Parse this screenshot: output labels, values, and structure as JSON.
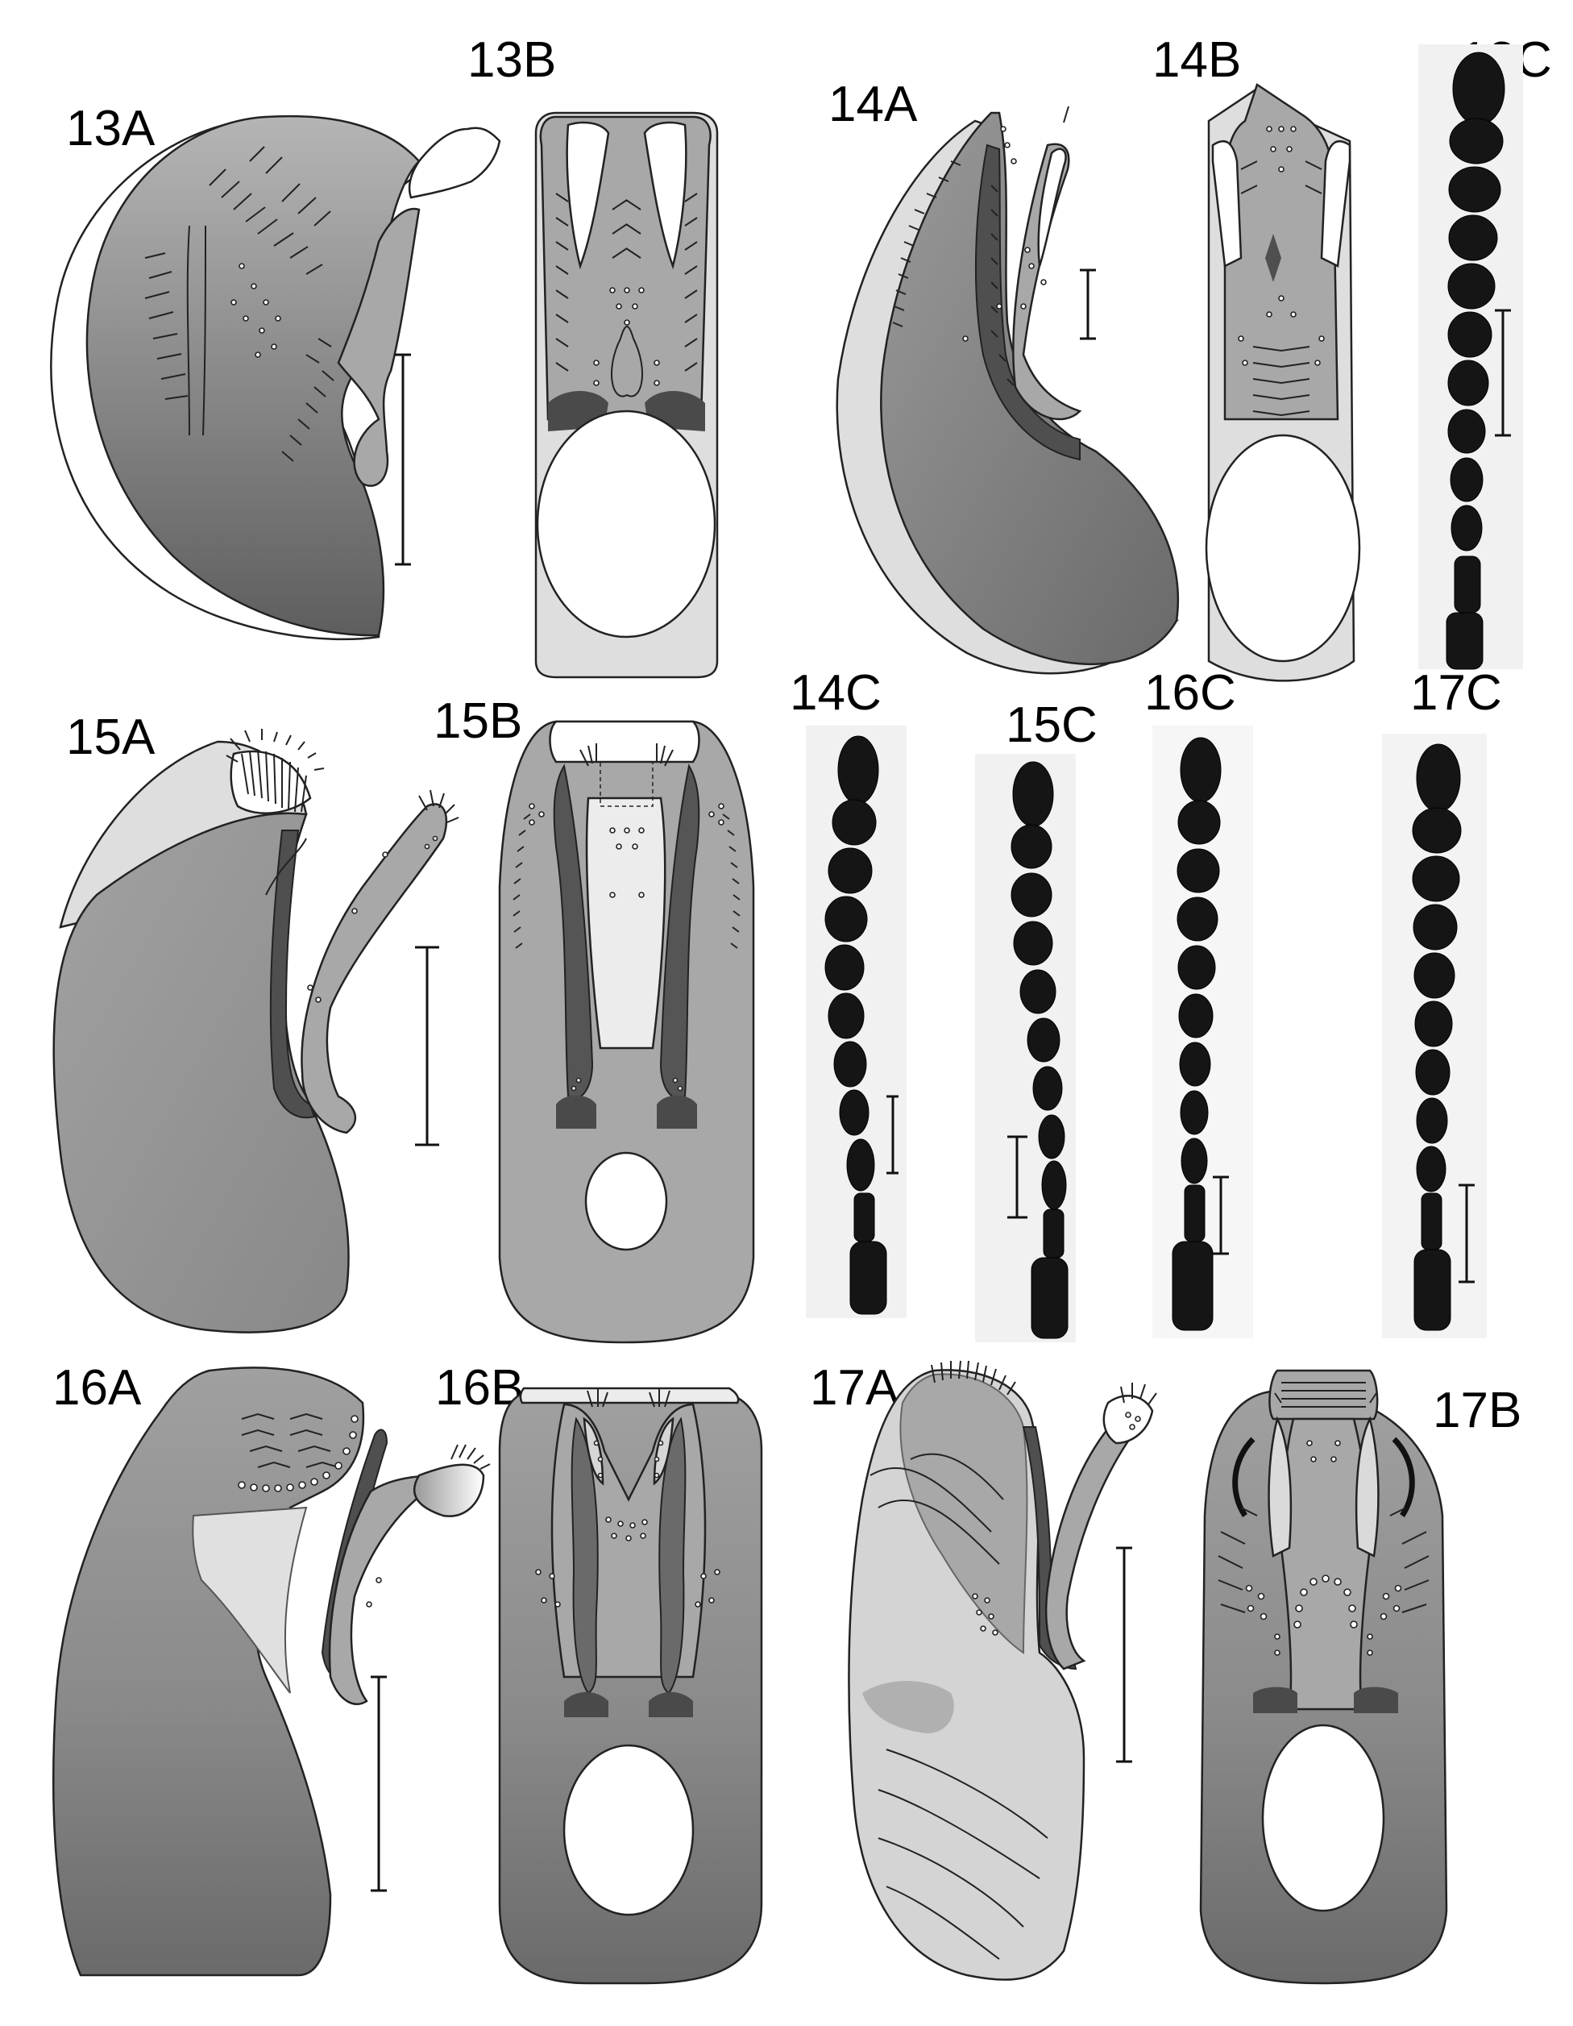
{
  "figure": {
    "panels": [
      {
        "id": "13A",
        "label": "13A"
      },
      {
        "id": "13B",
        "label": "13B"
      },
      {
        "id": "13C",
        "label": "13C"
      },
      {
        "id": "14A",
        "label": "14A"
      },
      {
        "id": "14B",
        "label": "14B"
      },
      {
        "id": "14C",
        "label": "14C"
      },
      {
        "id": "15A",
        "label": "15A"
      },
      {
        "id": "15B",
        "label": "15B"
      },
      {
        "id": "15C",
        "label": "15C"
      },
      {
        "id": "16A",
        "label": "16A"
      },
      {
        "id": "16B",
        "label": "16B"
      },
      {
        "id": "16C",
        "label": "16C"
      },
      {
        "id": "17A",
        "label": "17A"
      },
      {
        "id": "17B",
        "label": "17B"
      },
      {
        "id": "17C",
        "label": "17C"
      }
    ],
    "colors": {
      "light_gray": "#d9d9d9",
      "mid_gray": "#a8a8a8",
      "dark_gray": "#6e6e6e",
      "sclerite": "#4f4f4f",
      "antenna": "#151515"
    }
  }
}
